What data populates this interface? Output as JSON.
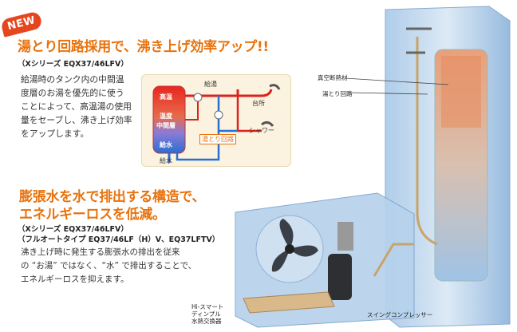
{
  "badge": "NEW",
  "section1": {
    "headline": "湯とり回路採用で、沸き上げ効率アップ!!",
    "subtitle": "（Xシリーズ EQX37/46LFV）",
    "body": "給湯時のタンク内の中間温\n度層のお湯を優先的に使う\nことによって、高温湯の使用\n量をセーブし、沸き上げ効率\nをアップします。"
  },
  "diagram": {
    "tank_labels": [
      "高温",
      "温度",
      "中間層",
      "給水"
    ],
    "hot_supply": "給湯",
    "kitchen": "台所",
    "shower": "シャワー",
    "bypass": "湯とり回路",
    "water_in": "給水",
    "colors": {
      "hot": "#e8271f",
      "cold": "#2a6fd1",
      "pipe_hot": "#d9231c"
    }
  },
  "section2": {
    "headline_line1": "膨張水を水で排出する構造で、",
    "headline_line2": "エネルギーロスを低減。",
    "subtitle_line1": "（Xシリーズ EQX37/46LFV）",
    "subtitle_line2": "（フルオートタイプ EQ37/46LF（H）V、EQ37LFTV）",
    "body": "沸き上げ時に発生する膨張水の排出を従来\nの “お湯” ではなく、“水” で排出することで、\nエネルギーロスを抑えます。"
  },
  "callouts": {
    "insulation": "真空断熱材",
    "bypass_circuit": "湯とり回路",
    "heat_exchanger_line1": "Hi-スマート",
    "heat_exchanger_line2": "ディンプル",
    "heat_exchanger_line3": "水熱交換器",
    "compressor": "スイングコンプレッサー"
  }
}
